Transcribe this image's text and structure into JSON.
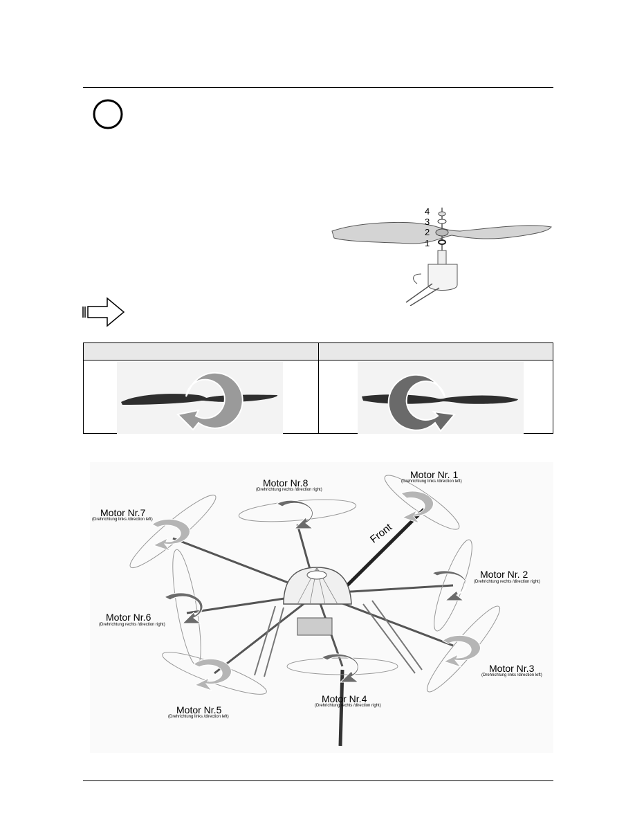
{
  "part_numbers": [
    "4",
    "3",
    "2",
    "1"
  ],
  "diagram": {
    "front_label": "Front",
    "motors": [
      {
        "title": "Motor Nr. 1",
        "subtitle": "(Drehrichtung  links  /direction left)"
      },
      {
        "title": "Motor Nr. 2",
        "subtitle": "(Drehrichtung   rechts /direction right)"
      },
      {
        "title": "Motor Nr.3",
        "subtitle": "(Drehrichtung  links /direction left)"
      },
      {
        "title": "Motor Nr.4",
        "subtitle": "(Drehrichtung   rechts /direction right)"
      },
      {
        "title": "Motor Nr.5",
        "subtitle": "(Drehrichtung  links /direction left)"
      },
      {
        "title": "Motor Nr.6",
        "subtitle": "(Drehrichtung   rechts /direction right)"
      },
      {
        "title": "Motor Nr.7",
        "subtitle": "(Drehrichtung  links /direction left)"
      },
      {
        "title": "Motor Nr.8",
        "subtitle": "(Drehrichtung   rechts /direction right)"
      }
    ]
  }
}
